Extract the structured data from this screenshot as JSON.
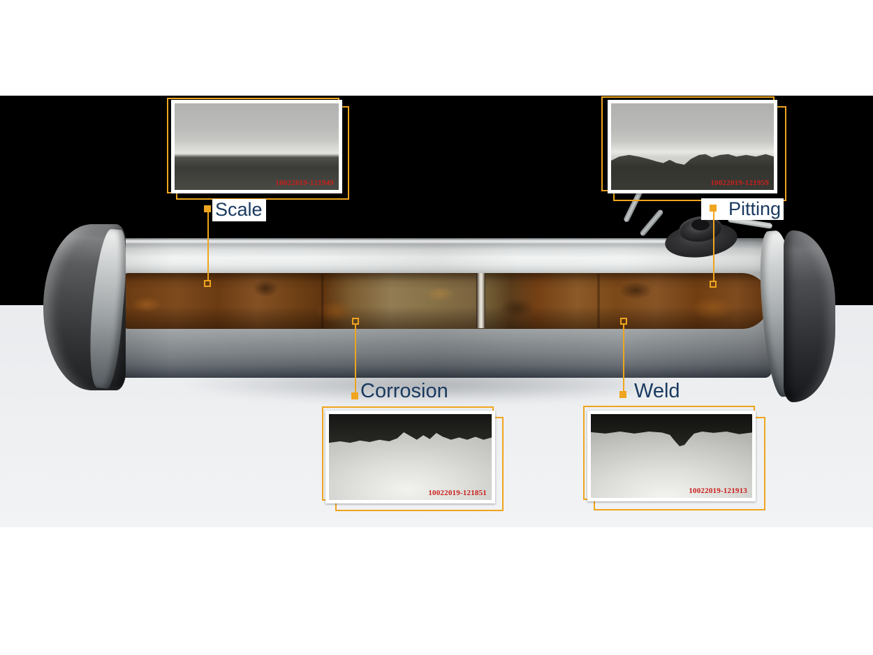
{
  "colors": {
    "accent_orange": "#EFA51E",
    "label_navy": "#1A3A60",
    "stamp_red": "#C9201C",
    "background_black": "#000000",
    "background_gray": "#EDEFF1"
  },
  "defects": [
    {
      "id": "scale",
      "label": "Scale",
      "stamp": "10022019-121949"
    },
    {
      "id": "pitting",
      "label": "Pitting",
      "stamp": "10022019-121959"
    },
    {
      "id": "corrosion",
      "label": "Corrosion",
      "stamp": "10022019-121851"
    },
    {
      "id": "weld",
      "label": "Weld",
      "stamp": "10022019-121913"
    }
  ]
}
